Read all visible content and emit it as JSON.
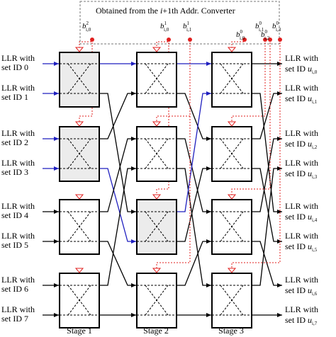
{
  "header": {
    "text_pre": "Obtained from the ",
    "text_italic": "i",
    "text_post": "+1th Addr. Converter"
  },
  "inputs": [
    {
      "line1": "LLR with",
      "line2": "set ID 0"
    },
    {
      "line1": "LLR with",
      "line2": "set ID 1"
    },
    {
      "line1": "LLR with",
      "line2": "set ID 2"
    },
    {
      "line1": "LLR with",
      "line2": "set ID 3"
    },
    {
      "line1": "LLR with",
      "line2": "set ID 4"
    },
    {
      "line1": "LLR with",
      "line2": "set ID 5"
    },
    {
      "line1": "LLR with",
      "line2": "set ID 6"
    },
    {
      "line1": "LLR with",
      "line2": "set ID 7"
    }
  ],
  "outputs": [
    {
      "line1": "LLR with",
      "prefix": "set ID ",
      "var": "u",
      "sub": "i,0"
    },
    {
      "line1": "LLR with",
      "prefix": "set ID ",
      "var": "u",
      "sub": "i,1"
    },
    {
      "line1": "LLR with",
      "prefix": "set ID ",
      "var": "u",
      "sub": "i,2"
    },
    {
      "line1": "LLR with",
      "prefix": "set ID ",
      "var": "u",
      "sub": "i,3"
    },
    {
      "line1": "LLR with",
      "prefix": "set ID ",
      "var": "u",
      "sub": "i,4"
    },
    {
      "line1": "LLR with",
      "prefix": "set ID ",
      "var": "u",
      "sub": "i,5"
    },
    {
      "line1": "LLR with",
      "prefix": "set ID ",
      "var": "u",
      "sub": "i,6"
    },
    {
      "line1": "LLR with",
      "prefix": "set ID ",
      "var": "u",
      "sub": "i,7"
    }
  ],
  "stages": [
    "Stage 1",
    "Stage 2",
    "Stage 3"
  ],
  "control_labels": [
    {
      "var": "b",
      "sup": "2",
      "sub": "i,0"
    },
    {
      "var": "b",
      "sup": "1",
      "sub": "i,0"
    },
    {
      "var": "b",
      "sup": "1",
      "sub": "i,1"
    },
    {
      "var": "b",
      "sup": "0",
      "sub": "i,0"
    },
    {
      "var": "b",
      "sup": "0",
      "sub": "i,1"
    },
    {
      "var": "b",
      "sup": "0",
      "sub": "i,2"
    },
    {
      "var": "b",
      "sup": "0",
      "sub": "i,3"
    }
  ],
  "colors": {
    "active_path": "#1f1fbf",
    "control_line": "#e0201f",
    "switch_active_fill": "#ececec",
    "wire": "#000000"
  }
}
